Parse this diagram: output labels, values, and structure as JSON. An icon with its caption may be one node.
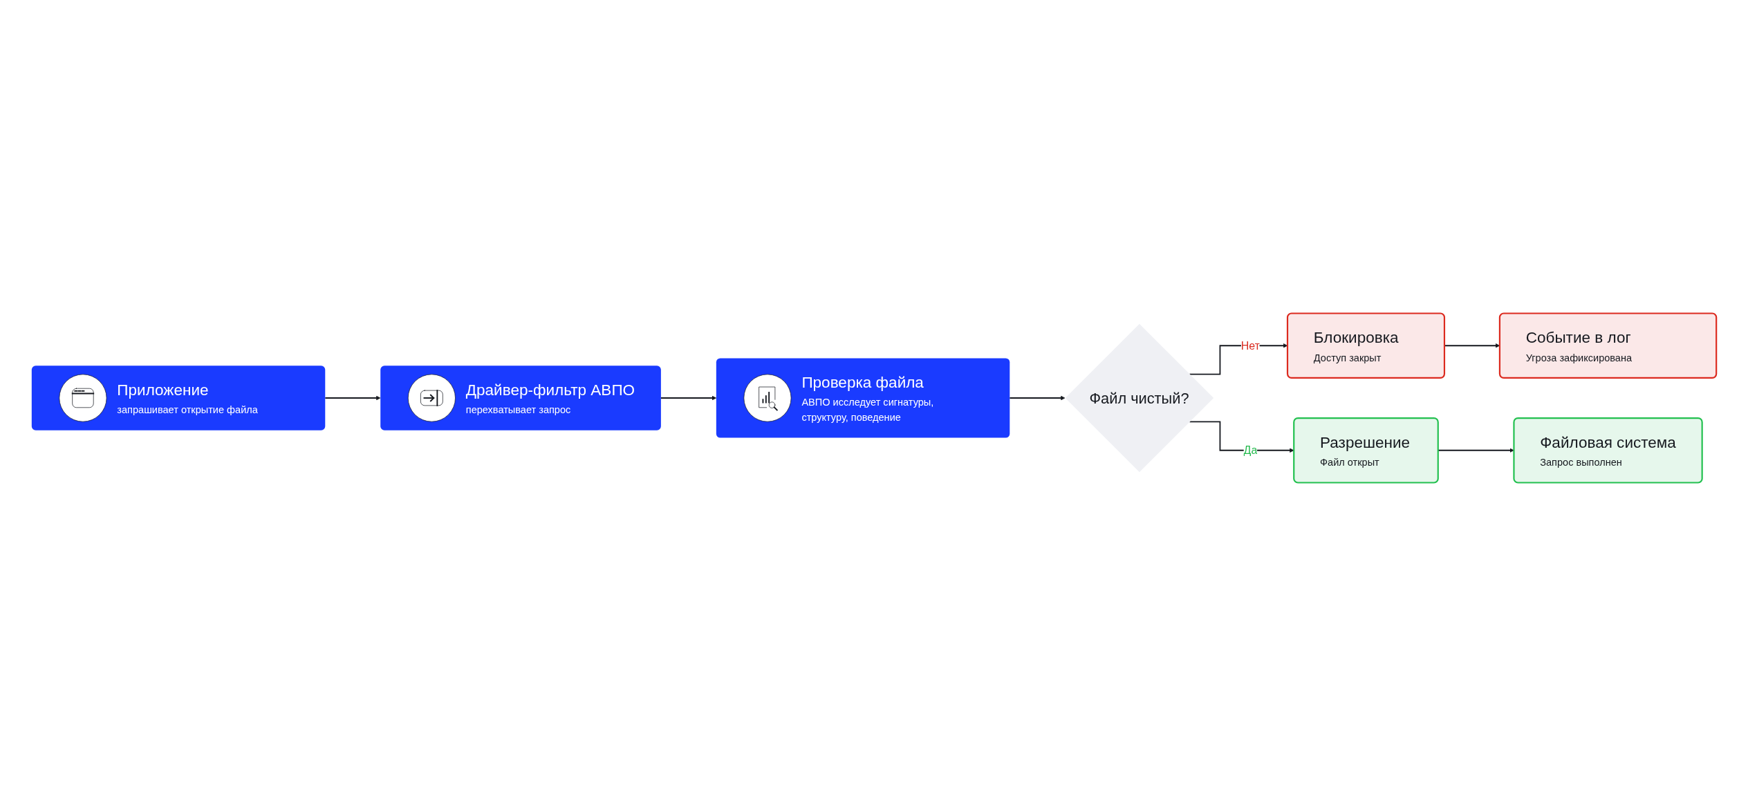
{
  "diagram": {
    "nodes": [
      {
        "text": [
          "Приложение",
          "запрашивает открытие файла"
        ]
      },
      {
        "text": [
          "Драйвер-фильтр АВПО",
          "перехватывает запрос"
        ]
      },
      {
        "text": [
          "Проверка файла",
          "АВПО исследует сигнатуры, структуру, поведение"
        ]
      },
      {
        "text": [
          "Файл чистый?"
        ]
      },
      {
        "text": [
          "Блокировка",
          "Доступ закрыт"
        ]
      },
      {
        "text": [
          "Событие в лог",
          "Угроза зафиксирована"
        ]
      },
      {
        "text": [
          "Разрешение",
          "Файл открыт"
        ]
      },
      {
        "text": [
          "Файловая система",
          "Запрос выполнен"
        ]
      }
    ],
    "edges": [
      {
        "from": 0,
        "to": 1,
        "arrow": "to"
      },
      {
        "from": 1,
        "to": 2,
        "arrow": "to"
      },
      {
        "from": 2,
        "to": 3,
        "arrow": "to"
      },
      {
        "from": 3,
        "to": 4,
        "label": "Нет",
        "arrow": "to"
      },
      {
        "from": 4,
        "to": 5,
        "arrow": "to"
      },
      {
        "from": 3,
        "to": 6,
        "label": "Да",
        "arrow": "to"
      },
      {
        "from": 6,
        "to": 7,
        "arrow": "to"
      }
    ]
  }
}
